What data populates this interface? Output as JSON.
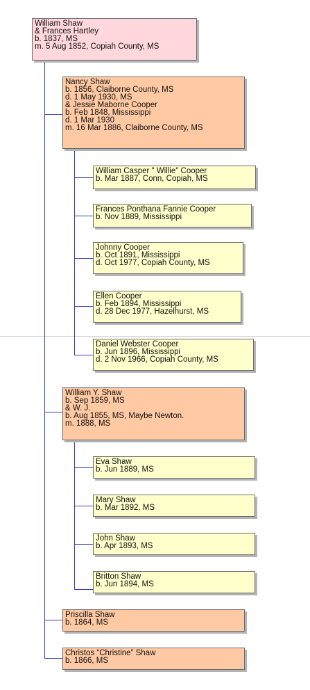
{
  "colors": {
    "root_fill": "#ffd7dc",
    "child_fill": "#ffc9a3",
    "grandchild_fill": "#ffffcc",
    "connector": "#3a3ab8",
    "border": "#6b6b6b"
  },
  "root": {
    "lines": [
      "William Shaw",
      "& Frances Hartley",
      "b. 1837, MS",
      "m. 5 Aug 1852, Copiah County, MS"
    ]
  },
  "children": [
    {
      "lines": [
        "Nancy Shaw",
        "b. 1856, Claiborne County, MS",
        "d. 1 May 1930, MS",
        "& Jessie Maborne Cooper",
        "b. Feb 1848, Mississippi",
        "d. 1 Mar 1930",
        "m. 16 Mar 1886, Claiborne County, MS"
      ],
      "children": [
        {
          "lines": [
            "William Casper \" Willie\" Cooper",
            "b. Mar 1887, Conn, Copiah, MS"
          ]
        },
        {
          "lines": [
            "Frances Ponthana Fannie Cooper",
            "b. Nov 1889, Mississippi"
          ]
        },
        {
          "lines": [
            "Johnny Cooper",
            "b. Oct 1891, Mississippi",
            "d. Oct 1977, Copiah County, MS"
          ]
        },
        {
          "lines": [
            "Ellen Cooper",
            "b. Feb 1894, Mississippi",
            "d. 28 Dec 1977, Hazelhurst, MS"
          ]
        },
        {
          "lines": [
            "Daniel Webster Cooper",
            "b. Jun 1896, Mississippi",
            "d. 2 Nov 1966, Copiah County, MS"
          ]
        }
      ]
    },
    {
      "lines": [
        "William Y. Shaw",
        "b. Sep 1859, MS",
        "& W. J.",
        "b. Aug 1855, MS, Maybe Newton.",
        "m. 1888, MS"
      ],
      "children": [
        {
          "lines": [
            "Eva Shaw",
            "b. Jun 1889, MS"
          ]
        },
        {
          "lines": [
            "Mary Shaw",
            "b. Mar 1892, MS"
          ]
        },
        {
          "lines": [
            "John Shaw",
            "b. Apr 1893, MS"
          ]
        },
        {
          "lines": [
            "Britton Shaw",
            "b. Jun 1894, MS"
          ]
        }
      ]
    },
    {
      "lines": [
        "Priscilla Shaw",
        "b. 1864, MS"
      ],
      "children": []
    },
    {
      "lines": [
        "Christos “Christine” Shaw",
        "b. 1866, MS"
      ],
      "children": []
    }
  ]
}
